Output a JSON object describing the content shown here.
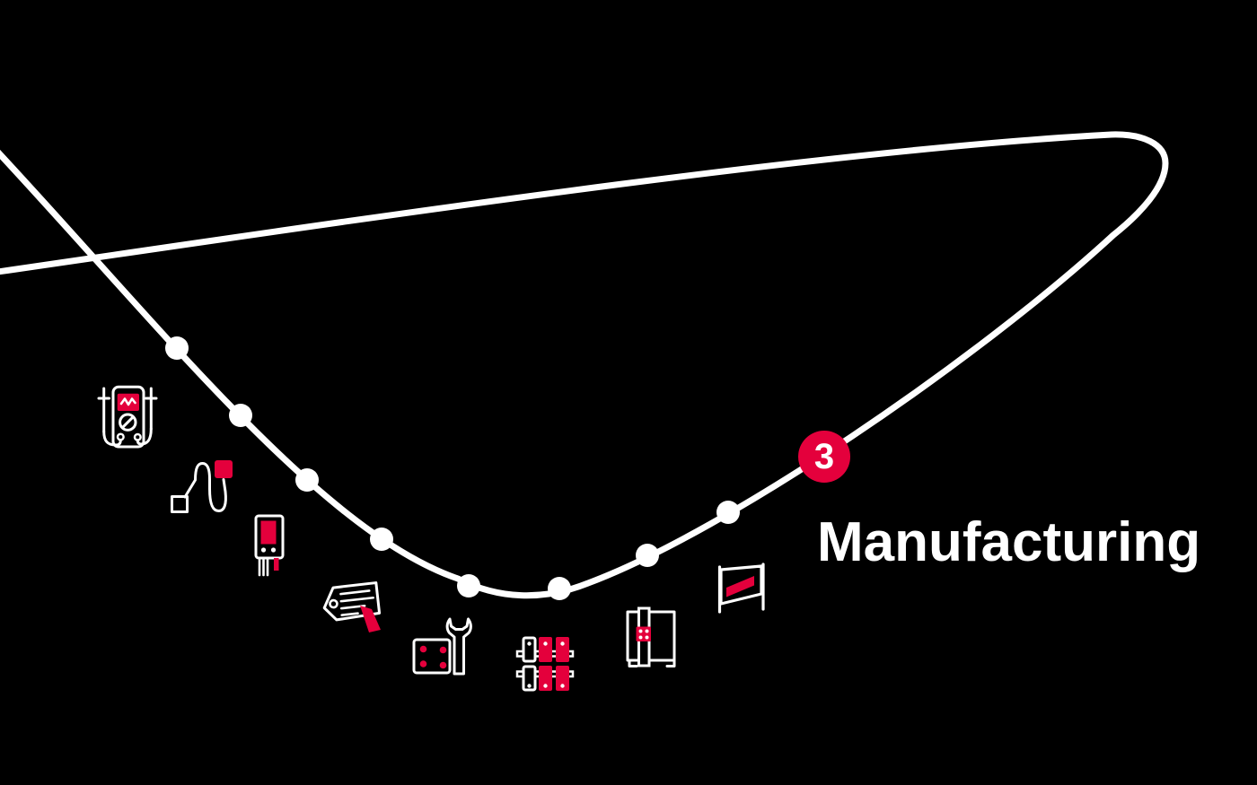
{
  "scene": {
    "background_color": "#000000",
    "curve_color": "#ffffff",
    "accent_color": "#e4003c",
    "milestone_dot_count": 8
  },
  "stage": {
    "number": "3",
    "label": "Manufacturing"
  },
  "icons": [
    "multimeter-icon",
    "cable-connector-icon",
    "transistor-icon",
    "label-tag-marker-icon",
    "plate-and-wrench-icon",
    "chain-links-icon",
    "processing-machine-icon",
    "signboard-icon"
  ]
}
